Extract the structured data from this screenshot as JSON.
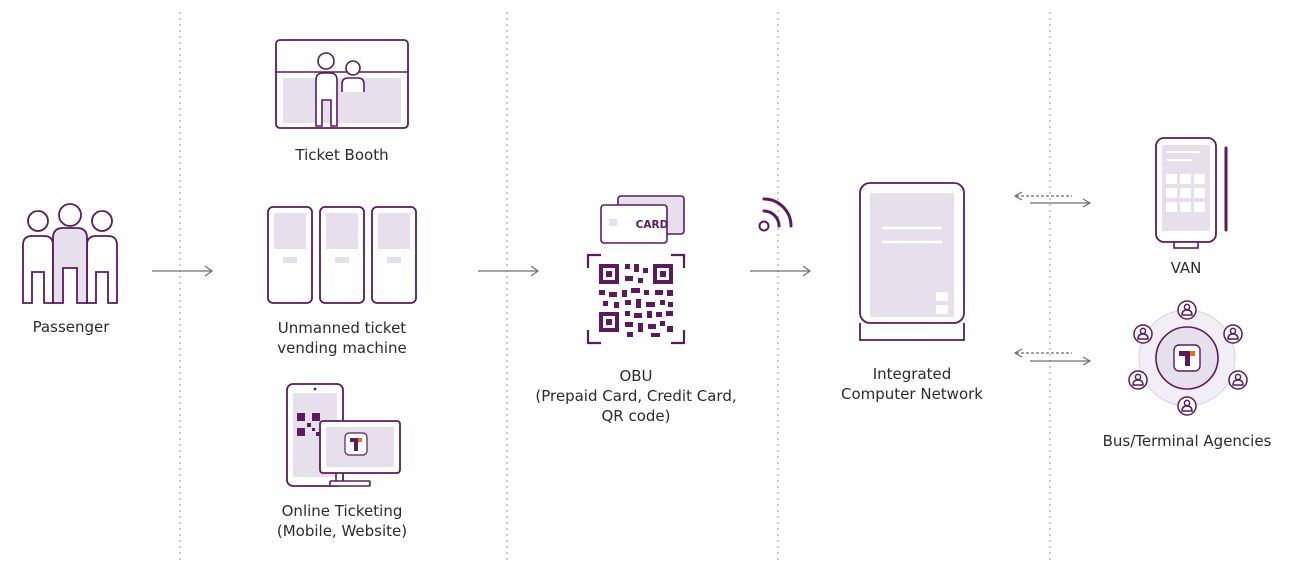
{
  "colors": {
    "accent": "#5b1a5e",
    "fill": "#e6e0ec",
    "line": "#7a7a7a",
    "text": "#2b2b2b",
    "logo_orange": "#f26b1d"
  },
  "passenger": {
    "label": "Passenger"
  },
  "ticket_booth": {
    "label": "Ticket Booth"
  },
  "vending_machine": {
    "label_line1": "Unmanned ticket",
    "label_line2": "vending machine"
  },
  "online_ticketing": {
    "label_line1": "Online Ticketing",
    "label_line2": "(Mobile, Website)"
  },
  "obu": {
    "card_text": "CARD",
    "label_line1": "OBU",
    "label_line2": "(Prepaid Card, Credit Card,",
    "label_line3": "QR code)"
  },
  "network": {
    "label_line1": "Integrated",
    "label_line2": "Computer Network"
  },
  "van": {
    "label": "VAN"
  },
  "agencies": {
    "label": "Bus/Terminal Agencies"
  },
  "icons": {
    "passenger": "people-group-icon",
    "booth": "ticket-booth-icon",
    "kiosk": "kiosk-icon",
    "online": "mobile-and-monitor-icon",
    "cards": "card-icon",
    "qr": "qr-code-icon",
    "wireless": "wireless-signal-icon",
    "server": "server-terminal-icon",
    "pos": "pos-terminal-icon",
    "agency": "agency-network-icon"
  }
}
